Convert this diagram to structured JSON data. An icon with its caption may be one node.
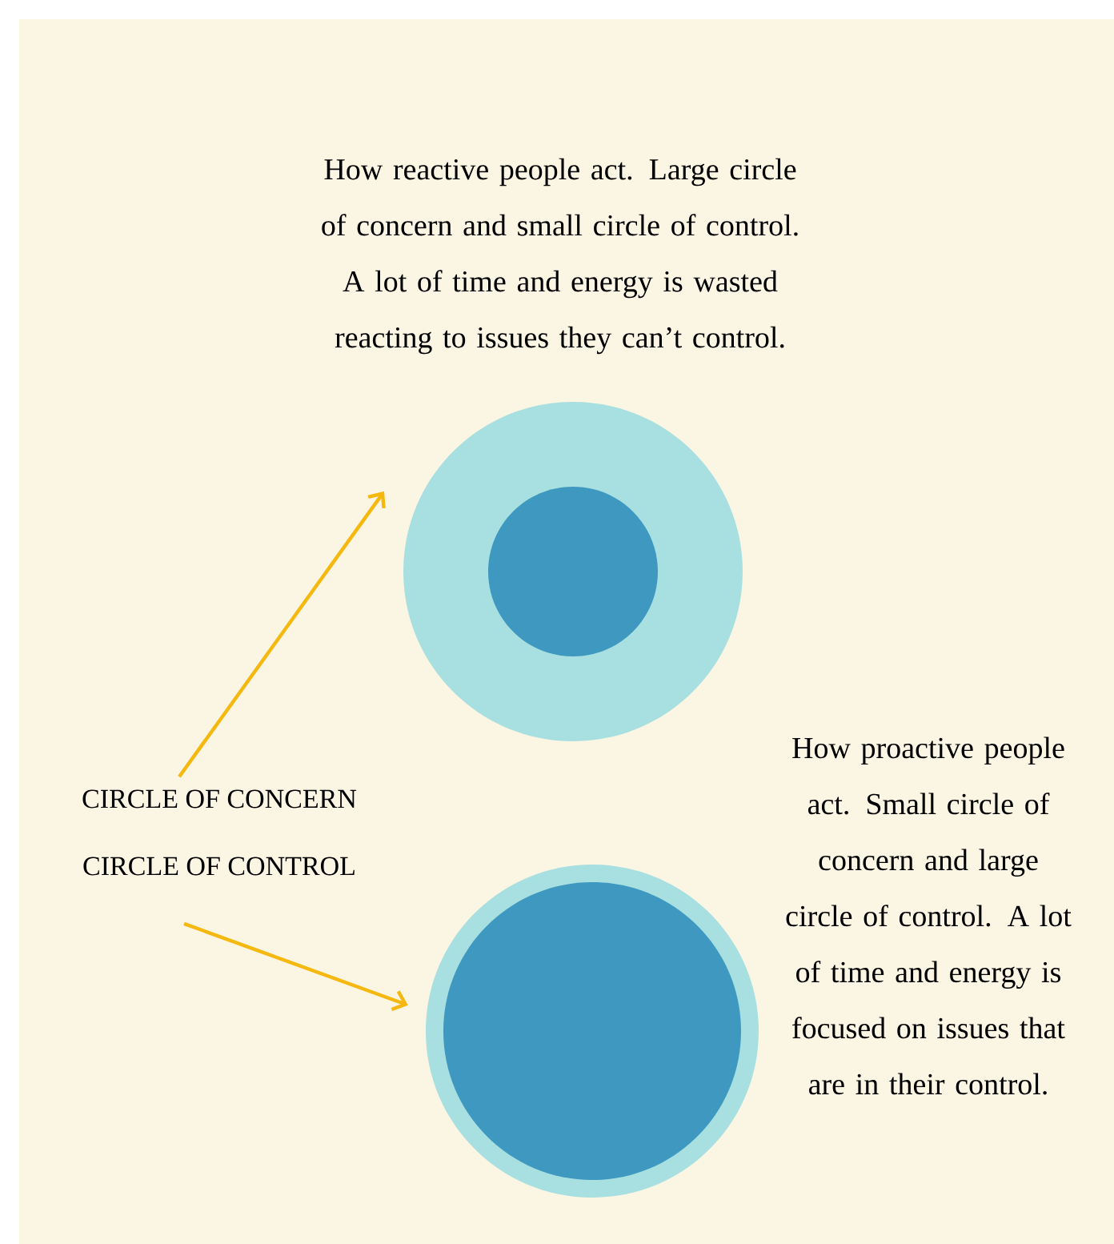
{
  "diagram": {
    "nodes": [
      {
        "text": [
          "CIRCLE OF CONCERN",
          "CIRCLE OF CONTROL"
        ]
      },
      {
        "text": [],
        "shape": "circle",
        "beside": [
          "How reactive people act. Large circle of concern and small circle of control. A lot of time and energy is wasted reacting to issues they can’t control."
        ]
      },
      {
        "text": [],
        "shape": "circle",
        "in": 1
      },
      {
        "text": [],
        "shape": "circle",
        "beside": [
          "How proactive people act. Small circle of concern and large circle of control. A lot of time and energy is focused on issues that are in their control."
        ]
      },
      {
        "text": [],
        "shape": "circle",
        "in": 3
      }
    ],
    "edges": [
      {
        "from": 0,
        "to": 1,
        "arrow": "to"
      },
      {
        "from": 0,
        "to": 3,
        "arrow": "to"
      }
    ]
  }
}
